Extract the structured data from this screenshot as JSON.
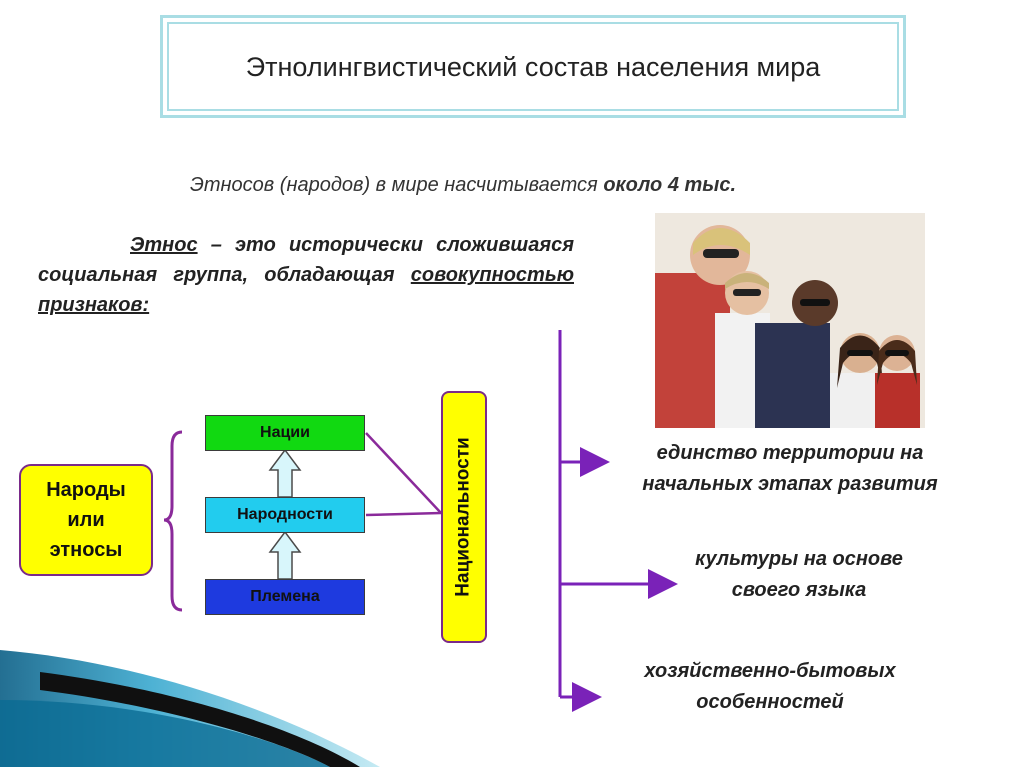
{
  "title": "Этнолингвистический состав населения мира",
  "subtitle": {
    "prefix": "Этносов (народов) в мире насчитывается",
    "emphasis": "около 4 тыс."
  },
  "definition": {
    "term": "Этнос",
    "text": " – это исторически сложившаяся социальная группа, обладающая ",
    "underlined": "совокупностью признаков:"
  },
  "peoples_box": {
    "line1": "Народы",
    "line2": "или",
    "line3": "этносы"
  },
  "levels": {
    "nations": "Нации",
    "narodnosti": "Народности",
    "tribes": "Племена"
  },
  "nationalities": "Национальности",
  "features": [
    {
      "line1": "единство территории на",
      "line2": "начальных этапах развития"
    },
    {
      "line1": "культуры на основе",
      "line2": "своего языка"
    },
    {
      "line1": "хозяйственно-бытовых",
      "line2": "особенностей"
    }
  ],
  "colors": {
    "connector": "#7a22b8",
    "nations_fill": "#11d911",
    "narodnosti_fill": "#22ccee",
    "tribes_fill": "#1e3adf",
    "highlight_fill": "#ffff00",
    "title_frame": "#a9dde4"
  },
  "image": {
    "icon": "children-group-photo"
  }
}
